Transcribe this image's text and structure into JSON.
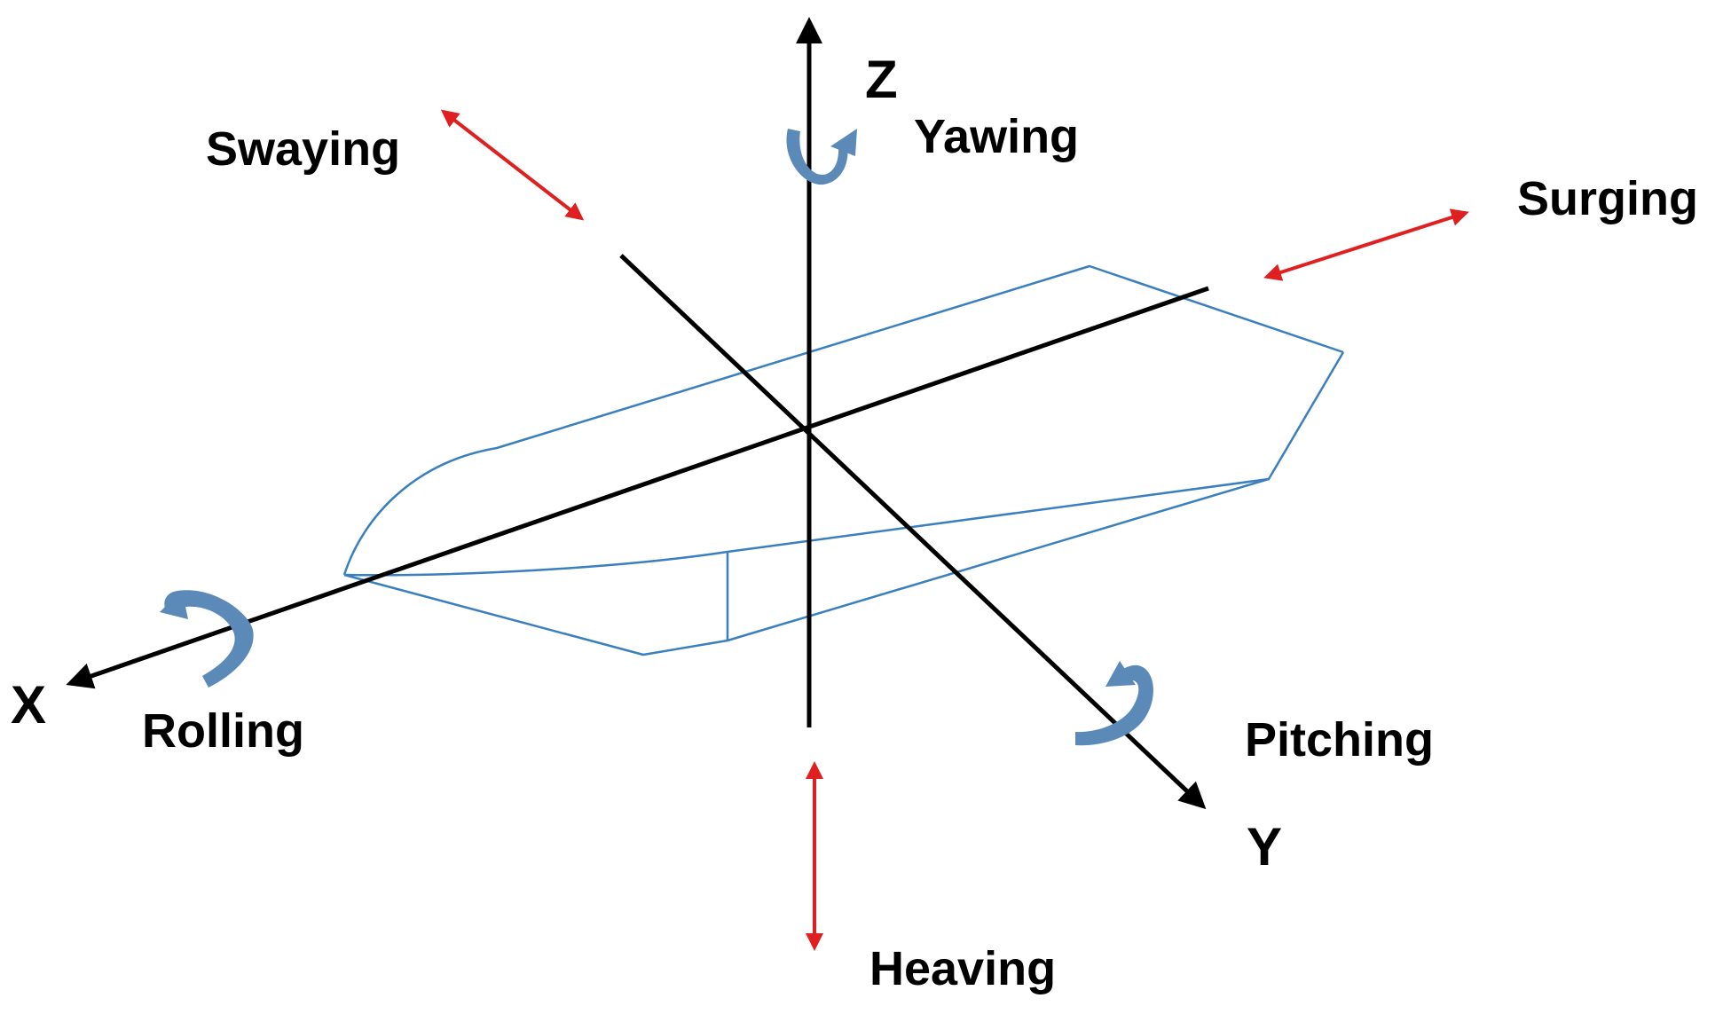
{
  "axes": {
    "x": "X",
    "y": "Y",
    "z": "Z"
  },
  "motions": {
    "surging": "Surging",
    "swaying": "Swaying",
    "heaving": "Heaving",
    "rolling": "Rolling",
    "pitching": "Pitching",
    "yawing": "Yawing"
  },
  "colors": {
    "axis": "#000000",
    "hull": "#3a7fc0",
    "translation_arrow": "#e02020",
    "rotation_arrow": "#5b89b8"
  }
}
